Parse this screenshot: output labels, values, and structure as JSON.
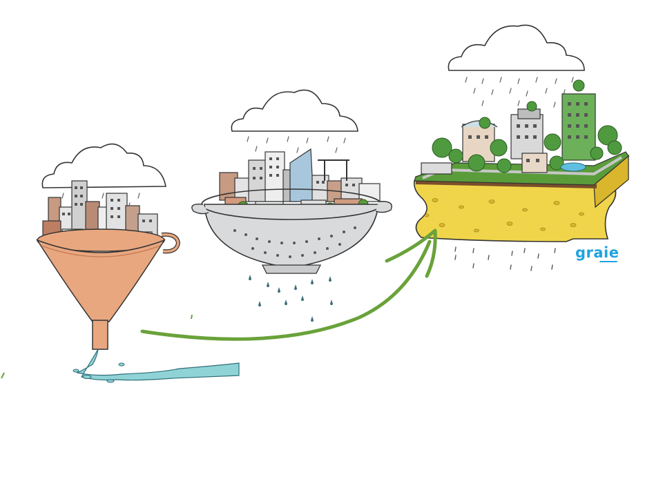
{
  "logo": {
    "text": "graie"
  },
  "panels": [
    {
      "name": "funnel-city",
      "icon": "funnel-icon"
    },
    {
      "name": "colander-city",
      "icon": "colander-icon"
    },
    {
      "name": "sponge-city",
      "icon": "sponge-icon"
    }
  ],
  "colors": {
    "funnel": "#e9a77f",
    "funnel_dark": "#c17a52",
    "water": "#8fd3d6",
    "colander": "#d8dadc",
    "sponge": "#f0d54a",
    "sponge_dark": "#d9b62b",
    "grass": "#5a9c3a",
    "tree": "#4f9a3f",
    "arrow": "#6aa23a",
    "cloud_stroke": "#333333",
    "rain": "#666666",
    "logo": "#1fa3e0"
  }
}
